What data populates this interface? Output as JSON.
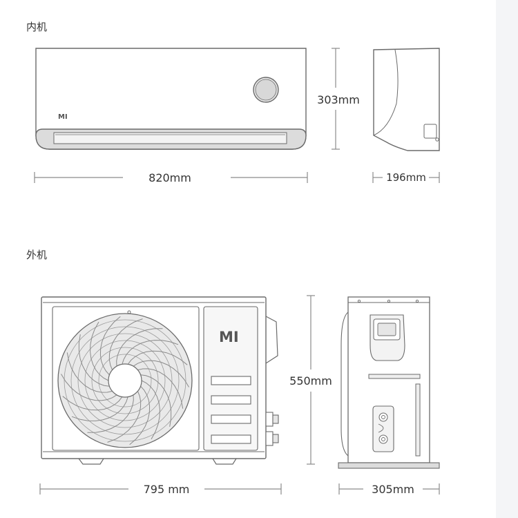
{
  "indoor": {
    "section_label": "内机",
    "logo_text": "MI",
    "height_label": "303mm",
    "width_label": "820mm",
    "depth_label": "196mm"
  },
  "outdoor": {
    "section_label": "外机",
    "logo_text": "MI",
    "height_label": "550mm",
    "width_label": "795 mm",
    "depth_label": "305mm"
  },
  "colors": {
    "outline": "#6a6a6a",
    "dim_line": "#8a8a8a",
    "fan_fill": "#e9e9e9",
    "panel_fill": "#f3f3f3",
    "vent_fill": "#dcdcdc",
    "side_strip": "#f4f5f7"
  }
}
